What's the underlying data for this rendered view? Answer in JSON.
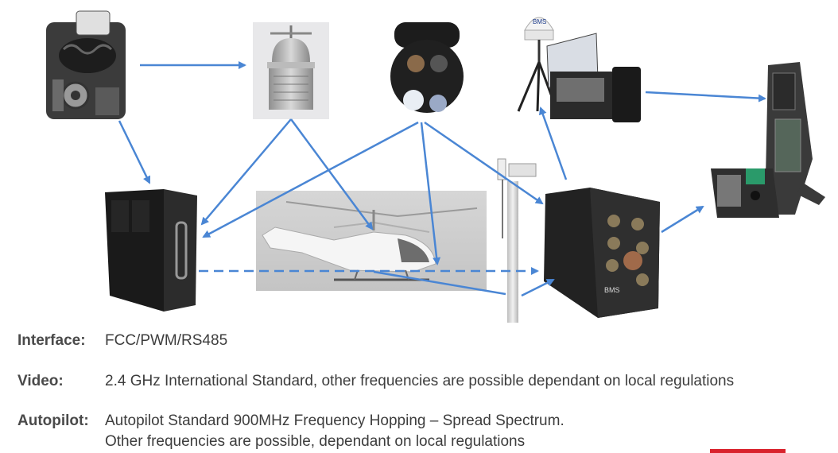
{
  "diagram": {
    "components": [
      {
        "id": "engine",
        "icon": "engine-icon"
      },
      {
        "id": "servo",
        "icon": "servo-actuator-icon"
      },
      {
        "id": "camera",
        "icon": "gimbal-camera-icon"
      },
      {
        "id": "ground_station",
        "icon": "tracking-antenna-ground-station-icon"
      },
      {
        "id": "control_console",
        "icon": "control-console-icon"
      },
      {
        "id": "radio_box",
        "icon": "radio-box-icon"
      },
      {
        "id": "helicopter",
        "icon": "helicopter-icon"
      },
      {
        "id": "antenna_mast",
        "icon": "antenna-mast-icon"
      },
      {
        "id": "controller",
        "icon": "flight-controller-icon"
      }
    ],
    "ground_station_logo": "BMS",
    "controller_logo": "BMS",
    "arrow_color": "#4a86d4"
  },
  "specs": [
    {
      "key": "Interface:",
      "lines": [
        "FCC/PWM/RS485"
      ]
    },
    {
      "key": "Video:",
      "lines": [
        "2.4 GHz International Standard, other frequencies are possible dependant on local regulations"
      ]
    },
    {
      "key": "Autopilot:",
      "lines": [
        "Autopilot Standard 900MHz Frequency Hopping – Spread Spectrum.",
        "Other frequencies are possible, dependant on local regulations"
      ]
    }
  ],
  "accent_color": "#d9232d"
}
